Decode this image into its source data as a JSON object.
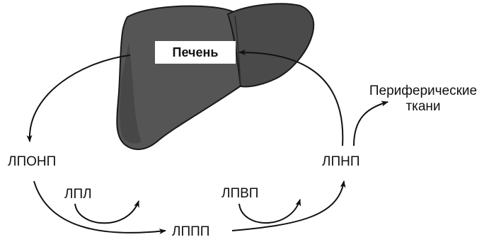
{
  "labels": {
    "liver": "Печень",
    "vldl": "ЛПОНП",
    "lpl": "ЛПЛ",
    "idl": "ЛППП",
    "hdl": "ЛПВП",
    "ldl": "ЛПНП",
    "peripheral_line1": "Периферические",
    "peripheral_line2": "ткани"
  },
  "colors": {
    "liver_fill": "#555555",
    "liver_shadow": "#3e3e3e",
    "liver_outline": "#1a1a1a",
    "arrow": "#111111"
  }
}
